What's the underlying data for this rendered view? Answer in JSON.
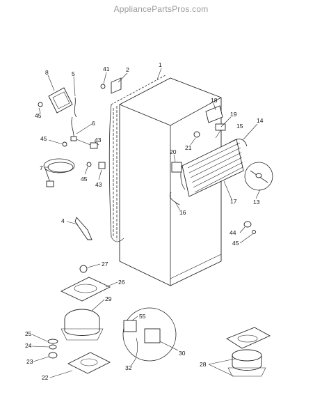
{
  "watermark": "AppliancePartsPros.com",
  "labels": {
    "l1": "1",
    "l2": "2",
    "l4": "4",
    "l5": "5",
    "l6": "6",
    "l7": "7",
    "l8": "8",
    "l13": "13",
    "l14": "14",
    "l15": "15",
    "l16": "16",
    "l17": "17",
    "l18": "18",
    "l19": "19",
    "l20": "20",
    "l21": "21",
    "l22": "22",
    "l23": "23",
    "l24": "24",
    "l25": "25",
    "l26": "26",
    "l27": "27",
    "l28": "28",
    "l29": "29",
    "l30": "30",
    "l32": "32",
    "l41": "41",
    "l43a": "43",
    "l43b": "43",
    "l44": "44",
    "l45a": "45",
    "l45b": "45",
    "l45c": "45",
    "l45d": "45",
    "l55": "55"
  }
}
